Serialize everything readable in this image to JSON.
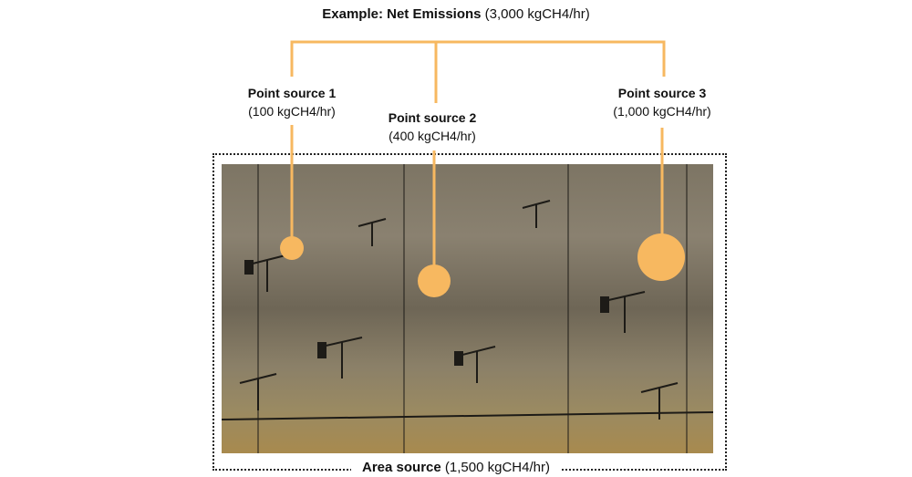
{
  "title": {
    "bold": "Example: Net Emissions",
    "value": "(3,000 kgCH4/hr)"
  },
  "point_sources": [
    {
      "name": "Point source 1",
      "value": "(100 kgCH4/hr)",
      "emission": 100
    },
    {
      "name": "Point source 2",
      "value": "(400 kgCH4/hr)",
      "emission": 400
    },
    {
      "name": "Point source 3",
      "value": "(1,000 kgCH4/hr)",
      "emission": 1000
    }
  ],
  "area_source": {
    "bold": "Area source",
    "value": "(1,500 kgCH4/hr)",
    "emission": 1500
  },
  "colors": {
    "accent": "#f7b860",
    "border": "#222222"
  }
}
